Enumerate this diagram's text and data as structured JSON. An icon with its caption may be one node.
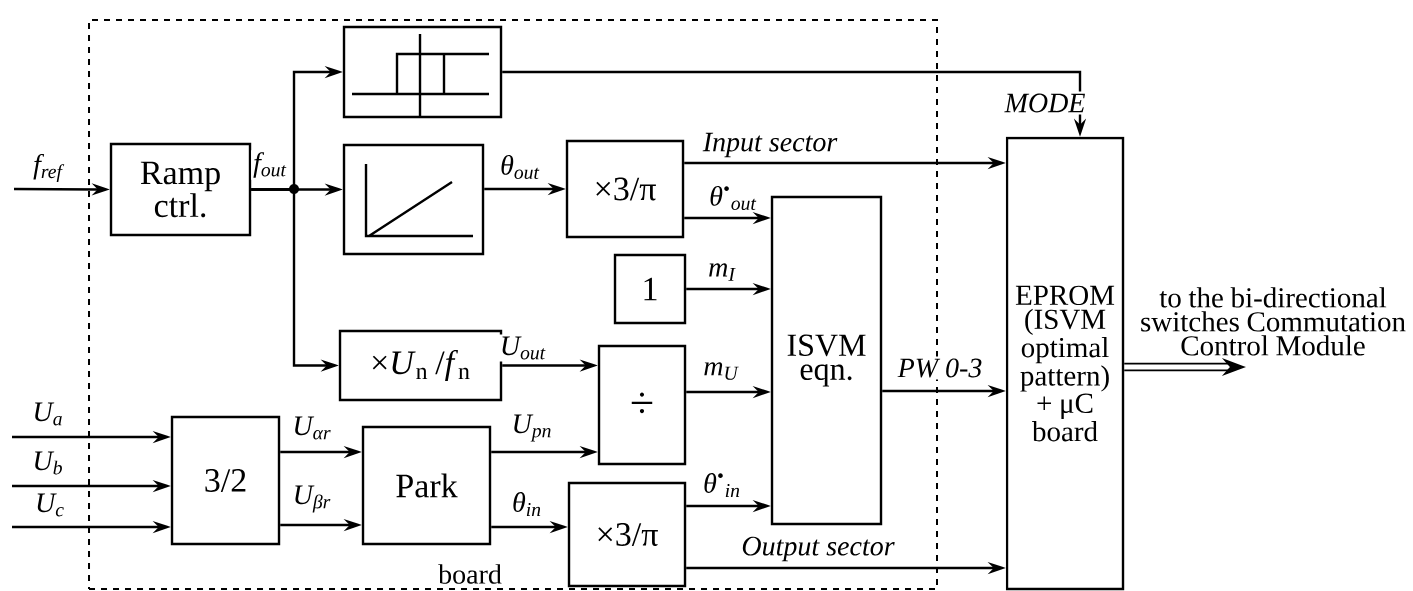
{
  "diagram": {
    "nodes": [
      {
        "text": [
          "board"
        ]
      },
      {
        "text": [
          "Ramp ctrl."
        ],
        "in": 0
      },
      {
        "text": [],
        "shape": "picture",
        "in": 0
      },
      {
        "text": [],
        "shape": "picture",
        "in": 0
      },
      {
        "text": [
          "×3/π"
        ],
        "in": 0
      },
      {
        "text": [
          "1"
        ],
        "in": 0
      },
      {
        "text": [
          "×*U*$_{n}$ /*f*$_{n}$"
        ],
        "in": 0
      },
      {
        "text": [
          "÷"
        ],
        "in": 0
      },
      {
        "text": [
          "3/2"
        ],
        "in": 0
      },
      {
        "text": [
          "Park"
        ],
        "in": 0
      },
      {
        "text": [
          "×3/π"
        ],
        "in": 0
      },
      {
        "text": [
          "ISVM eqn."
        ],
        "in": 0
      },
      {
        "text": [
          "EPROM (ISVM optimal pattern) + μC board"
        ]
      },
      {
        "text": [
          "to the bi-directional switches Commutation Control Module"
        ]
      }
    ],
    "edges": [
      {
        "from": null,
        "to": 1,
        "arrow": "to",
        "label": "f$_{ref}$"
      },
      {
        "from": 1,
        "to": 2,
        "arrow": "to"
      },
      {
        "from": 1,
        "to": 3,
        "arrow": "to",
        "label": "f$_{out}$"
      },
      {
        "from": 1,
        "to": 6,
        "arrow": "to"
      },
      {
        "from": 2,
        "to": 12,
        "arrow": "to",
        "label": "MODE"
      },
      {
        "from": 3,
        "to": 4,
        "arrow": "to",
        "label": "θ$_{out}$"
      },
      {
        "from": 4,
        "to": 12,
        "arrow": "to",
        "label": "Input sector"
      },
      {
        "from": 4,
        "to": 11,
        "arrow": "to",
        "label": "θ$^{•}$$_{out}$"
      },
      {
        "from": 5,
        "to": 11,
        "arrow": "to",
        "label": "m$_{I}$"
      },
      {
        "from": 6,
        "to": 7,
        "arrow": "to",
        "label": "U$_{out}$"
      },
      {
        "from": 7,
        "to": 11,
        "arrow": "to",
        "label": "m$_{U}$"
      },
      {
        "from": null,
        "to": 8,
        "arrow": "to",
        "label": "U$_{a}$"
      },
      {
        "from": null,
        "to": 8,
        "arrow": "to",
        "label": "U$_{b}$"
      },
      {
        "from": null,
        "to": 8,
        "arrow": "to",
        "label": "U$_{c}$"
      },
      {
        "from": 8,
        "to": 9,
        "arrow": "to",
        "label": "U$_{αr}$"
      },
      {
        "from": 8,
        "to": 9,
        "arrow": "to",
        "label": "U$_{βr}$"
      },
      {
        "from": 9,
        "to": 7,
        "arrow": "to",
        "label": "U$_{pn}$"
      },
      {
        "from": 9,
        "to": 10,
        "arrow": "to",
        "label": "θ$_{in}$"
      },
      {
        "from": 10,
        "to": 11,
        "arrow": "to",
        "label": "θ$^{•}$$_{in}$"
      },
      {
        "from": 10,
        "to": 12,
        "arrow": "to",
        "label": "Output sector"
      },
      {
        "from": 11,
        "to": 12,
        "arrow": "to",
        "label": "PW 0-3"
      },
      {
        "from": 12,
        "to": 13,
        "arrow": "to",
        "style": "thick"
      }
    ]
  }
}
